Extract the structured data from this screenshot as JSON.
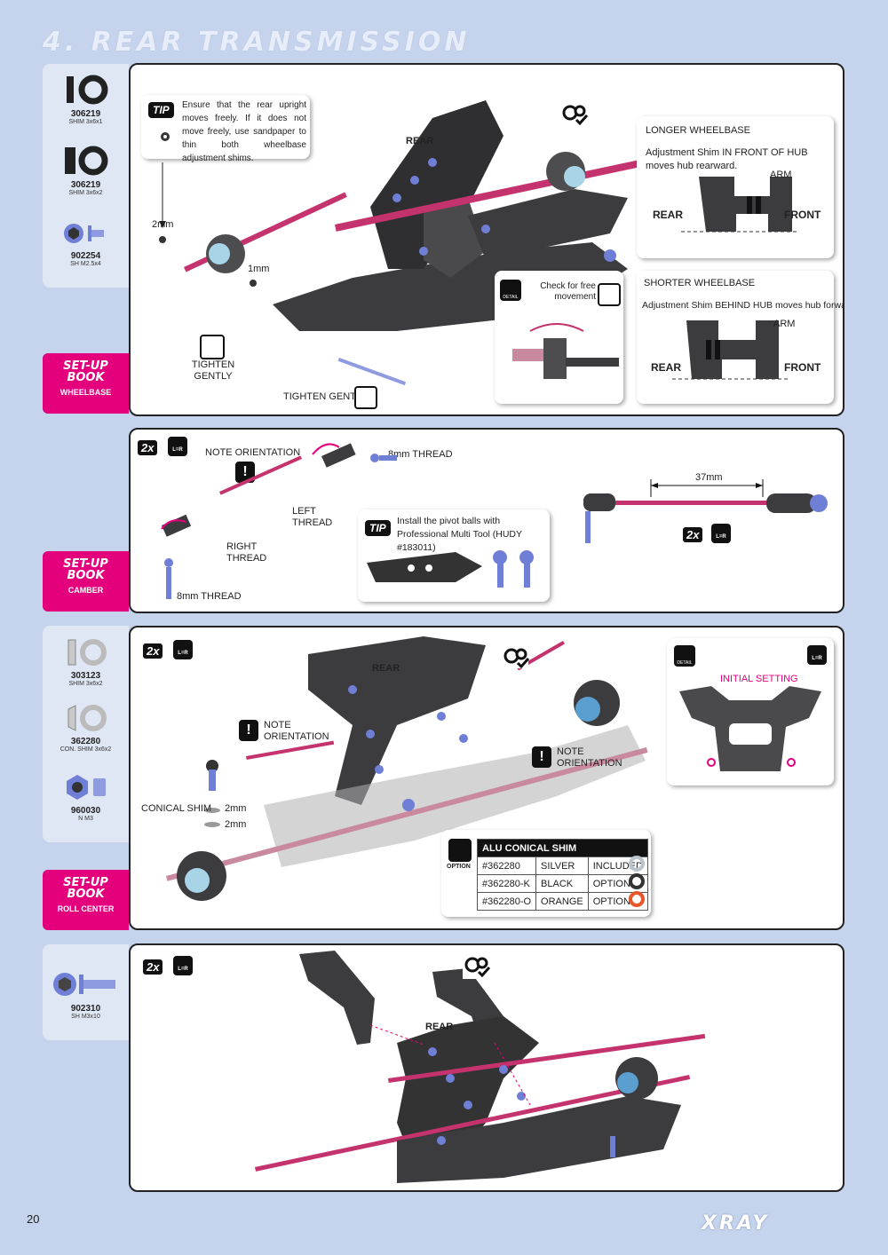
{
  "page_title": "4. REAR TRANSMISSION",
  "page_number": "20",
  "logo_text": "XRAY",
  "parts_group_1": [
    {
      "code": "306219",
      "desc": "SHIM 3x6x1"
    },
    {
      "code": "306219",
      "desc": "SHIM 3x6x2"
    },
    {
      "code": "902254",
      "desc": "SH M2.5x4"
    }
  ],
  "parts_group_3": [
    {
      "code": "303123",
      "desc": "SHIM 3x6x2"
    },
    {
      "code": "362280",
      "desc": "CON. SHIM 3x6x2"
    },
    {
      "code": "960030",
      "desc": "N M3"
    }
  ],
  "parts_group_4": [
    {
      "code": "902310",
      "desc": "SH M3x10"
    }
  ],
  "setup_book": {
    "line1": "SET-UP",
    "line2": "BOOK",
    "wheelbase": "WHEELBASE",
    "camber": "CAMBER",
    "roll_center": "ROLL CENTER"
  },
  "panel1": {
    "tip_badge": "TIP",
    "tip_text": "Ensure that the rear upright moves freely. If it does not move freely, use sandpaper to thin both wheelbase adjustment shims.",
    "rear": "REAR",
    "label_2mm": "2mm",
    "label_1mm": "1mm",
    "tighten_gently_1": "TIGHTEN GENTLY",
    "tighten_gently_2": "TIGHTEN GENTLY",
    "detail_label": "DETAIL",
    "check_text": "Check for free movement",
    "longer_title": "LONGER WHEELBASE",
    "longer_text": "Adjustment Shim IN FRONT OF HUB moves hub rearward.",
    "shorter_title": "SHORTER WHEELBASE",
    "shorter_text": "Adjustment Shim BEHIND HUB moves hub forward.",
    "arm": "ARM",
    "rear_label": "REAR",
    "front_label": "FRONT"
  },
  "panel2": {
    "two_x": "2x",
    "lr": "L=R",
    "note_orientation": "NOTE ORIENTATION",
    "thread_8mm_top": "8mm THREAD",
    "thread_8mm_bottom": "8mm THREAD",
    "left_thread": "LEFT THREAD",
    "right_thread": "RIGHT THREAD",
    "tip_badge": "TIP",
    "tip_text": "Install the pivot balls with Professional Multi Tool (HUDY #183011)",
    "length": "37mm"
  },
  "panel3": {
    "two_x": "2x",
    "lr": "L=R",
    "rear": "REAR",
    "note_1": "NOTE ORIENTATION",
    "note_2": "NOTE ORIENTATION",
    "conical_shim": "CONICAL SHIM",
    "mm_a": "2mm",
    "mm_b": "2mm",
    "detail_label": "DETAIL",
    "initial_setting": "INITIAL SETTING",
    "option_label": "OPTION",
    "table_title": "ALU CONICAL SHIM",
    "table_rows": [
      [
        "#362280",
        "SILVER",
        "INCLUDED"
      ],
      [
        "#362280-K",
        "BLACK",
        "OPTION"
      ],
      [
        "#362280-O",
        "ORANGE",
        "OPTION"
      ]
    ]
  },
  "panel4": {
    "two_x": "2x",
    "lr": "L=R",
    "rear": "REAR"
  },
  "colors": {
    "background": "#c5d3ec",
    "accent_magenta": "#e4007d",
    "part_blue": "#6f7fd6",
    "carbon": "#3c3c3e"
  }
}
